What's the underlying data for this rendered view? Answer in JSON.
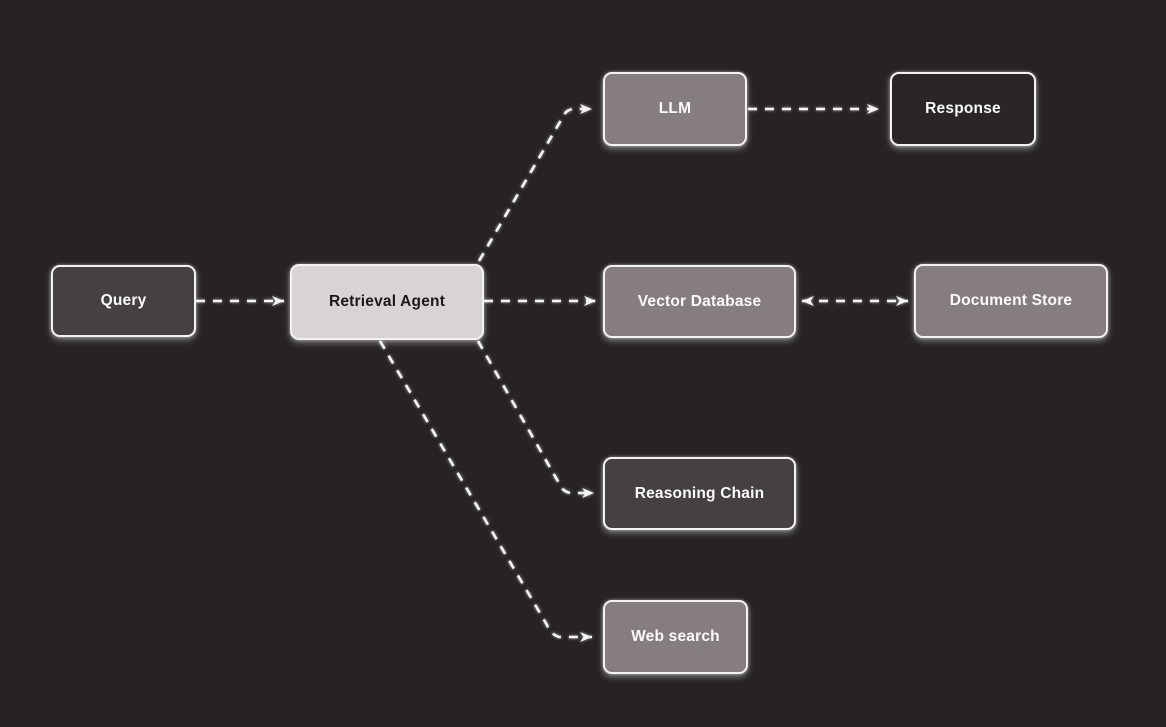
{
  "diagram": {
    "nodes": [
      {
        "id": "query",
        "label": "Query",
        "variant": "dark",
        "fill": "#454041",
        "text_color": "#fbfafa"
      },
      {
        "id": "retrieval-agent",
        "label": "Retrieval Agent",
        "variant": "light",
        "fill": "#d8d4d3",
        "text_color": "#1c1819"
      },
      {
        "id": "llm",
        "label": "LLM",
        "variant": "gray",
        "fill": "#867d7e",
        "text_color": "#fbfafa"
      },
      {
        "id": "response",
        "label": "Response",
        "variant": "outline",
        "fill": "#2a2627",
        "text_color": "#fbfafa"
      },
      {
        "id": "vector-database",
        "label": "Vector Database",
        "variant": "gray",
        "fill": "#867d7e",
        "text_color": "#fbfafa"
      },
      {
        "id": "document-store",
        "label": "Document Store",
        "variant": "gray",
        "fill": "#867d7e",
        "text_color": "#fbfafa"
      },
      {
        "id": "reasoning-chain",
        "label": "Reasoning Chain",
        "variant": "dark",
        "fill": "#454041",
        "text_color": "#fbfafa"
      },
      {
        "id": "web-search",
        "label": "Web search",
        "variant": "gray",
        "fill": "#867d7e",
        "text_color": "#fbfafa"
      }
    ],
    "edges": [
      {
        "from": "query",
        "to": "retrieval-agent",
        "style": "dashed",
        "direction": "forward"
      },
      {
        "from": "retrieval-agent",
        "to": "llm",
        "style": "dashed",
        "direction": "forward"
      },
      {
        "from": "retrieval-agent",
        "to": "vector-database",
        "style": "dashed",
        "direction": "forward"
      },
      {
        "from": "retrieval-agent",
        "to": "reasoning-chain",
        "style": "dashed",
        "direction": "forward"
      },
      {
        "from": "retrieval-agent",
        "to": "web-search",
        "style": "dashed",
        "direction": "forward"
      },
      {
        "from": "llm",
        "to": "response",
        "style": "dashed",
        "direction": "forward"
      },
      {
        "from": "vector-database",
        "to": "document-store",
        "style": "dashed",
        "direction": "both"
      }
    ],
    "colors": {
      "background": "#272324",
      "node_border": "#f4f2f1",
      "arrow": "#f5f4f4"
    }
  }
}
